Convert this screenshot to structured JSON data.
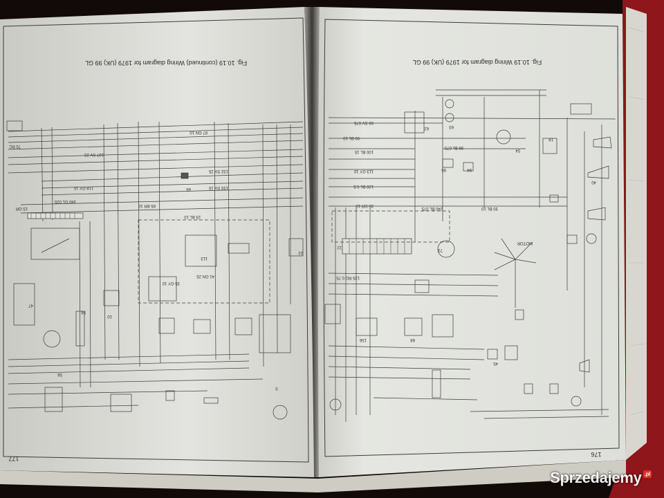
{
  "book": {
    "left_page": {
      "caption": "Fig. 10.19 (continued) Wiring diagram for 1979 (UK) 99 GL",
      "page_number": "177"
    },
    "right_page": {
      "caption": "Fig. 10.19 Wiring diagram for 1979 (UK) 99 GL",
      "page_number": "176"
    }
  },
  "diagram_labels": {
    "left": [
      "87 GN 10",
      "107 SV 25",
      "118 GY 15",
      "380 GL 025",
      "85 BR 10",
      "132 SV 25",
      "133 SV 15",
      "41 GN 25",
      "35 GY 10",
      "25 BL 10",
      "70 RC",
      "15 GR"
    ],
    "left_components": [
      "113",
      "66",
      "47",
      "56",
      "22",
      "10",
      "56",
      "S"
    ],
    "right": [
      "99 SV 075",
      "90 BL 10",
      "100 BL 15",
      "98 BL 075",
      "30 GR 10",
      "113 GY 10",
      "120 BL 0.5",
      "125 RD 0.75",
      "240 BL 075",
      "30 BL 10"
    ],
    "right_components": [
      "62",
      "63",
      "95",
      "84",
      "54",
      "18",
      "22",
      "73",
      "156",
      "68",
      "40",
      "45"
    ],
    "center_label": "MOTOR"
  },
  "watermark": {
    "text": "Sprzedajemy",
    "badge": ".pl"
  },
  "colors": {
    "background": "#120a08",
    "paper": "#e4e5e1",
    "ink": "#2b2b2b",
    "book_cover": "#9b1a1f"
  }
}
